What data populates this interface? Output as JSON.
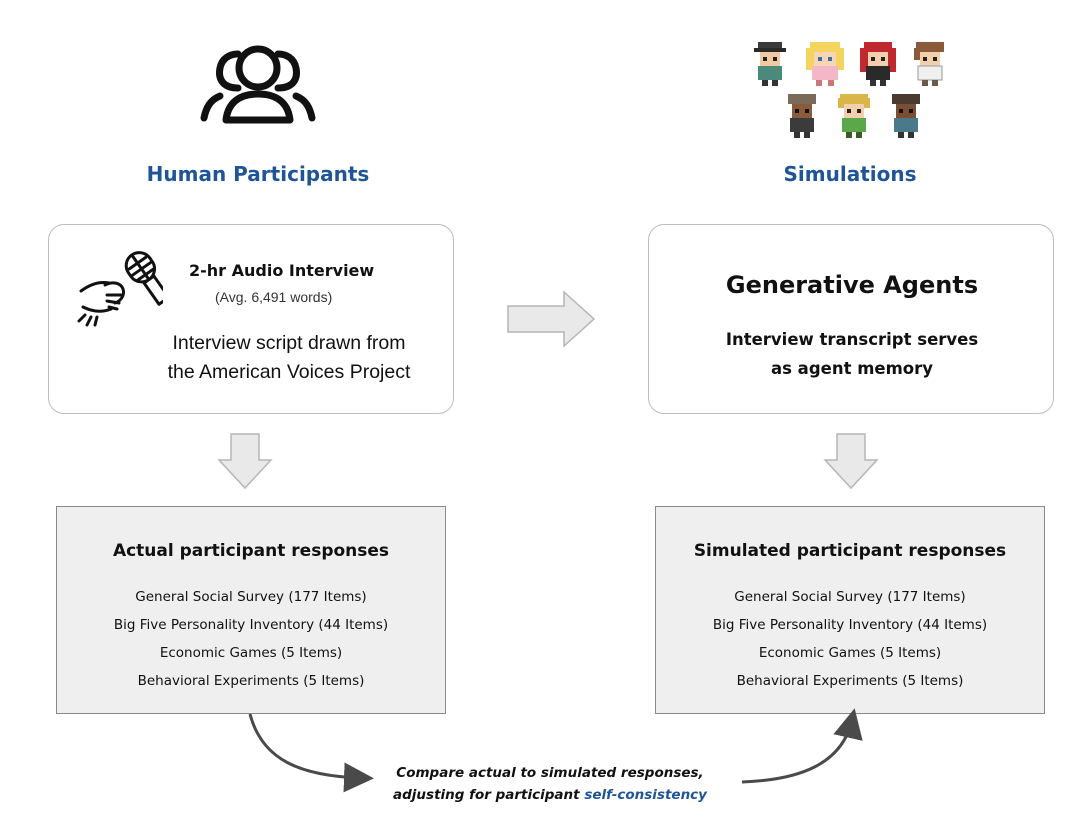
{
  "left": {
    "heading": "Human Participants",
    "interview": {
      "title": "2-hr Audio Interview",
      "subtitle": "(Avg. 6,491 words)",
      "desc_line1": "Interview script drawn from",
      "desc_line2": "the American Voices Project"
    },
    "responses": {
      "title": "Actual participant responses",
      "items": [
        "General Social Survey (177 Items)",
        "Big Five Personality Inventory (44 Items)",
        "Economic Games (5 Items)",
        "Behavioral Experiments (5 Items)"
      ]
    }
  },
  "right": {
    "heading": "Simulations",
    "agents": {
      "title": "Generative Agents",
      "desc_line1": "Interview transcript serves",
      "desc_line2": "as agent memory"
    },
    "responses": {
      "title": "Simulated participant responses",
      "items": [
        "General Social Survey (177 Items)",
        "Big Five Personality Inventory (44 Items)",
        "Economic Games (5 Items)",
        "Behavioral Experiments (5 Items)"
      ]
    }
  },
  "compare": {
    "line1": "Compare actual to simulated responses,",
    "line2_prefix": "adjusting for participant ",
    "line2_highlight": "self-consistency"
  },
  "icons": {
    "people": "people-group-icon",
    "microphone": "hand-microphone-icon",
    "avatars": [
      "avatar-hat-man",
      "avatar-blonde-girl",
      "avatar-red-hair-girl",
      "avatar-brown-hair-boy",
      "avatar-dark-skin-man",
      "avatar-blond-boy",
      "avatar-dark-skin-boy"
    ]
  },
  "colors": {
    "heading_blue": "#1f5597",
    "box_gray": "#efefef",
    "arrow_fill": "#e9e9e9",
    "arrow_stroke": "#b5b5b5",
    "curve": "#4a4a4a"
  }
}
